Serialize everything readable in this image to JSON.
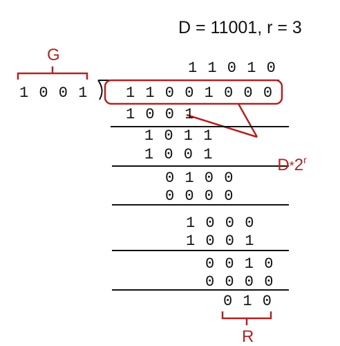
{
  "title": "D = 11001, r = 3",
  "labels": {
    "generator": "G",
    "dividend_multiplier": "D",
    "operator": "*",
    "base": "2",
    "exponent": "r",
    "remainder": "R"
  },
  "divisor": "1 0 0 1",
  "quotient": "1 1 0 1 0",
  "dividend": "1 1 0 0 1 0 0 0",
  "steps": [
    "1 0 0 1",
    "1 0 1 1",
    "1 0 0 1",
    "0 1 0 0",
    "0 0 0 0",
    "1 0 0 0",
    "1 0 0 1",
    "0 0 1 0",
    "0 0 0 0"
  ],
  "remainder_value": "0 1 0",
  "colors": {
    "accent": "#b22222",
    "ink": "#111111"
  }
}
